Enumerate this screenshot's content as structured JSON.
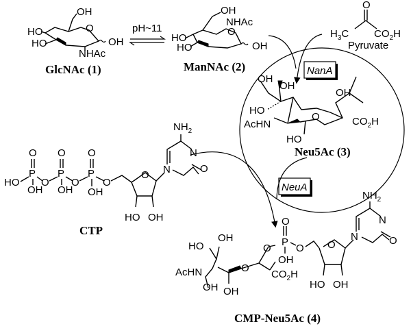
{
  "title": "Enzymatic synthesis of CMP-Neu5Ac",
  "compounds": {
    "glcnac": {
      "name": "GlcNAc (1)",
      "labels": {
        "oh6": "OH",
        "o_ring": "O",
        "ho4": "HO",
        "ho3": "HO",
        "nhac": "NHAc",
        "oh1": "OH"
      }
    },
    "mannac": {
      "name": "ManNAc (2)",
      "labels": {
        "oh6": "OH",
        "nhac": "NHAc",
        "o_ring": "O",
        "ho4": "HO",
        "ho3": "HO",
        "oh1": "OH"
      }
    },
    "pyruvate": {
      "name": "Pyruvate",
      "labels": {
        "o": "O",
        "h3c": "H3C",
        "co2h": "CO2H"
      }
    },
    "neu5ac": {
      "name": "Neu5Ac (3)",
      "labels": {
        "oh9": "OH",
        "oh8": "OH",
        "ho7": "HO",
        "achn": "AcHN",
        "ho4": "HO",
        "o_ring": "O",
        "oh2": "OH",
        "co2h": "CO2H"
      }
    },
    "ctp": {
      "name": "CTP",
      "labels": {
        "ho": "HO",
        "p": "P",
        "o": "O",
        "oh": "OH",
        "nh2": "NH2",
        "n": "N",
        "ho2": "HO",
        "oh3": "OH"
      }
    },
    "cmp_neu5ac": {
      "name": "CMP-Neu5Ac (4)",
      "labels": {
        "ho9": "HO",
        "oh8": "OH",
        "achn": "AcHN",
        "oh7": "OH",
        "oh4": "OH",
        "o_ring": "O",
        "co2h": "CO2H",
        "p": "P",
        "o": "O",
        "oh": "OH",
        "nh2": "NH2",
        "n": "N",
        "ho2": "HO",
        "oh3": "OH"
      }
    }
  },
  "conditions": {
    "equilibrium": "pH~11"
  },
  "enzymes": {
    "nana": "NanA",
    "neua": "NeuA"
  }
}
